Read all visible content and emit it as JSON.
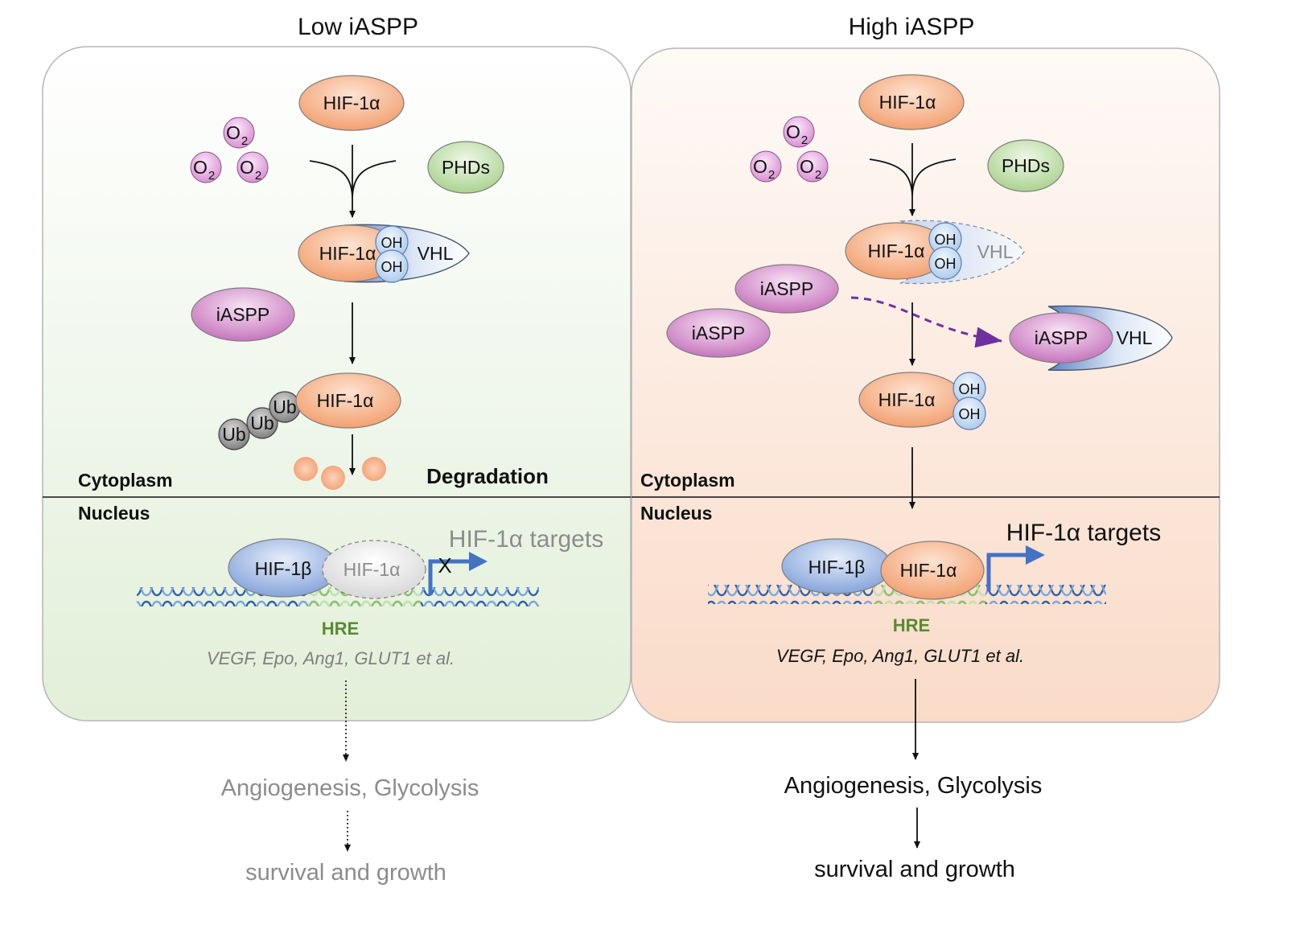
{
  "left": {
    "title": "Low iASPP",
    "hif1a": "HIF-1α",
    "o2": "O",
    "o2_sub": "2",
    "phds": "PHDs",
    "oh": "OH",
    "vhl": "VHL",
    "iaspp": "iASPP",
    "ub": "Ub",
    "cytoplasm": "Cytoplasm",
    "nucleus": "Nucleus",
    "degradation": "Degradation",
    "hif1b": "HIF-1β",
    "targets": "HIF-1α targets",
    "block_mark": "X",
    "hre": "HRE",
    "genes": "VEGF, Epo, Ang1, GLUT1 et al.",
    "outcome1": "Angiogenesis,  Glycolysis",
    "outcome2": "survival and growth"
  },
  "right": {
    "title": "High iASPP",
    "hif1a": "HIF-1α",
    "o2": "O",
    "o2_sub": "2",
    "phds": "PHDs",
    "oh": "OH",
    "vhl": "VHL",
    "iaspp": "iASPP",
    "cytoplasm": "Cytoplasm",
    "nucleus": "Nucleus",
    "hif1b": "HIF-1β",
    "targets": "HIF-1α targets",
    "hre": "HRE",
    "genes": "VEGF, Epo, Ang1, GLUT1 et al.",
    "outcome1": "Angiogenesis,  Glycolysis",
    "outcome2": "survival and growth"
  },
  "colors": {
    "hif1a": "#f4a679",
    "phds": "#a9d18e",
    "iaspp": "#c979c0",
    "vhl": "#7f9fd6",
    "oh": "#bdd7ee",
    "hif1b": "#8faadc",
    "ub": "#8c8c8c",
    "arrow_blue": "#4472c4",
    "dashed_arrow": "#7030a0",
    "hre": "#5a8a32",
    "faded_text": "#8c8c8c"
  }
}
